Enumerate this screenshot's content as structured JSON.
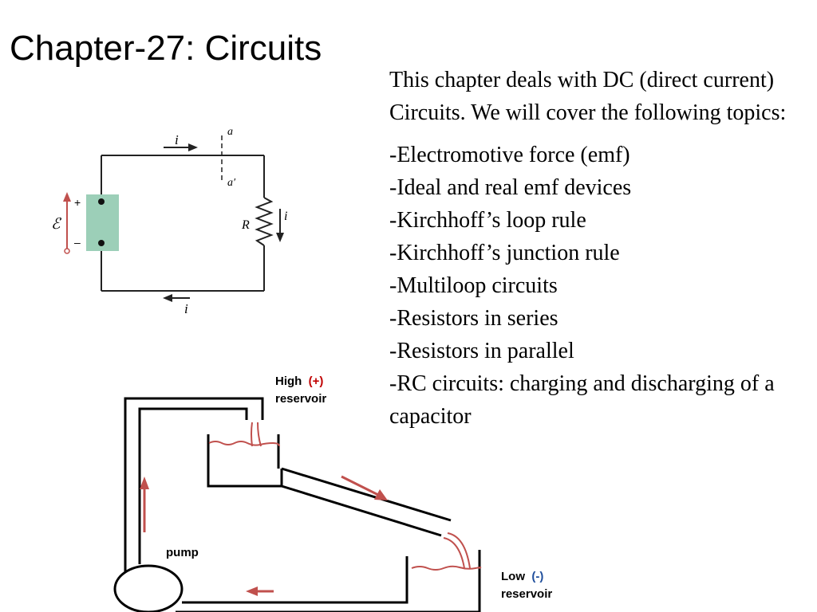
{
  "slide": {
    "title": "Chapter-27: Circuits",
    "intro": "This chapter deals with DC (direct current) Circuits. We will cover the following topics:",
    "topics": [
      "-Electromotive force  (emf)",
      "-Ideal and real emf devices",
      "-Kirchhoff’s loop rule",
      "-Kirchhoff’s junction rule",
      "-Multiloop circuits",
      "-Resistors in series",
      "-Resistors in parallel",
      "-RC circuits: charging and discharging of a capacitor"
    ]
  },
  "circuit": {
    "current_top": "i",
    "current_bottom": "i",
    "current_resistor": "i",
    "point_a": "a",
    "point_a_prime": "a′",
    "resistor": "R",
    "emf": "ℰ",
    "plus": "+",
    "minus": "–"
  },
  "water": {
    "high_word": "High",
    "high_sign": "(+)",
    "high_sub": "reservoir",
    "low_word": "Low",
    "low_sign": "(-)",
    "low_sub": "reservoir",
    "pump": "pump"
  },
  "colors": {
    "battery": "#9ccfb8",
    "arrow_red": "#c0504d",
    "plus_red": "#c00000",
    "minus_blue": "#1f4e9c"
  }
}
